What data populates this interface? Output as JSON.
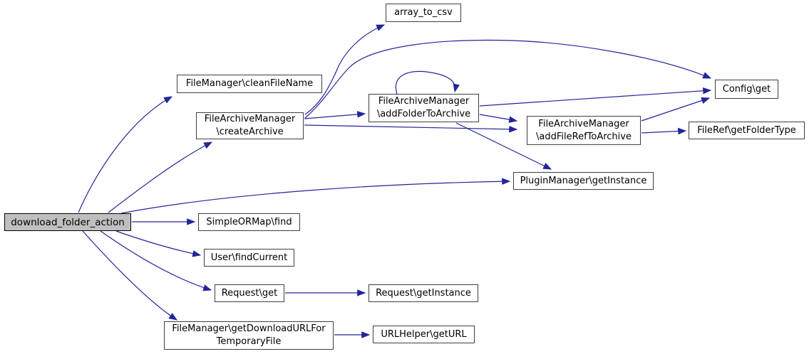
{
  "diagram": {
    "type": "call-graph",
    "root_function": "download_folder_action",
    "nodes": [
      {
        "id": "download_folder_action",
        "label": "download_folder_action",
        "highlighted": true
      },
      {
        "id": "cleanFileName",
        "label": "FileManager\\cleanFileName",
        "highlighted": false
      },
      {
        "id": "createArchive",
        "label": "FileArchiveManager\n\\createArchive",
        "highlighted": false
      },
      {
        "id": "array_to_csv",
        "label": "array_to_csv",
        "highlighted": false
      },
      {
        "id": "addFolderToArchive",
        "label": "FileArchiveManager\n\\addFolderToArchive",
        "highlighted": false
      },
      {
        "id": "addFileRefToArchive",
        "label": "FileArchiveManager\n\\addFileRefToArchive",
        "highlighted": false
      },
      {
        "id": "config_get",
        "label": "Config\\get",
        "highlighted": false
      },
      {
        "id": "getFolderType",
        "label": "FileRef\\getFolderType",
        "highlighted": false
      },
      {
        "id": "pluginManager_getInstance",
        "label": "PluginManager\\getInstance",
        "highlighted": false
      },
      {
        "id": "simpleORMap_find",
        "label": "SimpleORMap\\find",
        "highlighted": false
      },
      {
        "id": "user_findCurrent",
        "label": "User\\findCurrent",
        "highlighted": false
      },
      {
        "id": "request_get",
        "label": "Request\\get",
        "highlighted": false
      },
      {
        "id": "request_getInstance",
        "label": "Request\\getInstance",
        "highlighted": false
      },
      {
        "id": "getDownloadURLForTemporaryFile",
        "label": "FileManager\\getDownloadURLFor\nTemporaryFile",
        "highlighted": false
      },
      {
        "id": "urlHelper_getURL",
        "label": "URLHelper\\getURL",
        "highlighted": false
      }
    ],
    "edges": [
      {
        "from": "download_folder_action",
        "to": "cleanFileName"
      },
      {
        "from": "download_folder_action",
        "to": "createArchive"
      },
      {
        "from": "download_folder_action",
        "to": "pluginManager_getInstance"
      },
      {
        "from": "download_folder_action",
        "to": "simpleORMap_find"
      },
      {
        "from": "download_folder_action",
        "to": "user_findCurrent"
      },
      {
        "from": "download_folder_action",
        "to": "request_get"
      },
      {
        "from": "download_folder_action",
        "to": "getDownloadURLForTemporaryFile"
      },
      {
        "from": "createArchive",
        "to": "array_to_csv"
      },
      {
        "from": "createArchive",
        "to": "config_get"
      },
      {
        "from": "createArchive",
        "to": "addFolderToArchive"
      },
      {
        "from": "createArchive",
        "to": "addFileRefToArchive"
      },
      {
        "from": "addFolderToArchive",
        "to": "addFolderToArchive"
      },
      {
        "from": "addFolderToArchive",
        "to": "config_get"
      },
      {
        "from": "addFolderToArchive",
        "to": "addFileRefToArchive"
      },
      {
        "from": "addFolderToArchive",
        "to": "pluginManager_getInstance"
      },
      {
        "from": "addFileRefToArchive",
        "to": "config_get"
      },
      {
        "from": "addFileRefToArchive",
        "to": "getFolderType"
      },
      {
        "from": "request_get",
        "to": "request_getInstance"
      },
      {
        "from": "getDownloadURLForTemporaryFile",
        "to": "urlHelper_getURL"
      }
    ]
  },
  "colors": {
    "edge_color": "#24249a",
    "node_border_color": "#3f3f3f",
    "node_fill": "#ffffff",
    "root_fill": "#bfbfbf",
    "text_color": "#000000"
  }
}
